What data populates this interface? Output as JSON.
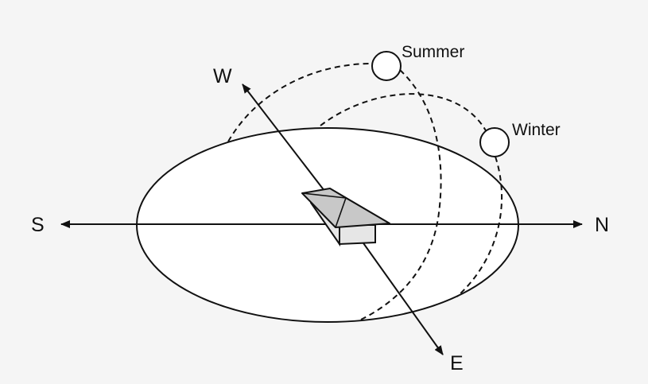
{
  "labels": {
    "west": "W",
    "east": "E",
    "south": "S",
    "north": "N",
    "summer": "Summer",
    "winter": "Winter"
  },
  "colors": {
    "background": "#f5f5f5",
    "ground": "#ffffff",
    "ink": "#111111",
    "roof": "#c8c8c8",
    "wall": "#e6e6e6"
  }
}
